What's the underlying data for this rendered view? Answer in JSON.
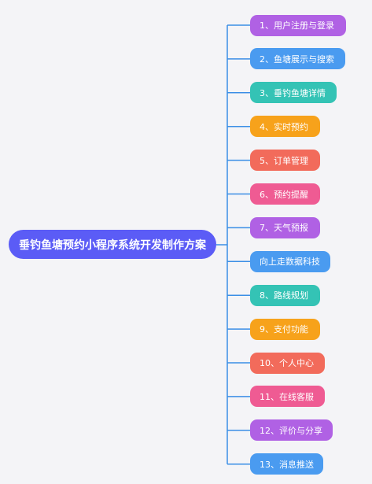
{
  "diagram": {
    "root": {
      "label": "垂钓鱼塘预约小程序系统开发制作方案",
      "color": "#5b5cf6"
    },
    "connector_color": "#3a8ee6",
    "branches": [
      {
        "label": "1、用户注册与登录",
        "color": "#b061e4"
      },
      {
        "label": "2、鱼塘展示与搜索",
        "color": "#4a9bf0"
      },
      {
        "label": "3、垂钓鱼塘详情",
        "color": "#34c3b5"
      },
      {
        "label": "4、实时预约",
        "color": "#f7a21b"
      },
      {
        "label": "5、订单管理",
        "color": "#f26b5b"
      },
      {
        "label": "6、预约提醒",
        "color": "#ef5b93"
      },
      {
        "label": "7、天气预报",
        "color": "#b061e4"
      },
      {
        "label": "向上走数据科技",
        "color": "#4a9bf0"
      },
      {
        "label": "8、路线规划",
        "color": "#34c3b5"
      },
      {
        "label": "9、支付功能",
        "color": "#f7a21b"
      },
      {
        "label": "10、个人中心",
        "color": "#f26b5b"
      },
      {
        "label": "11、在线客服",
        "color": "#ef5b93"
      },
      {
        "label": "12、评价与分享",
        "color": "#b061e4"
      },
      {
        "label": "13、消息推送",
        "color": "#4a9bf0"
      }
    ]
  }
}
